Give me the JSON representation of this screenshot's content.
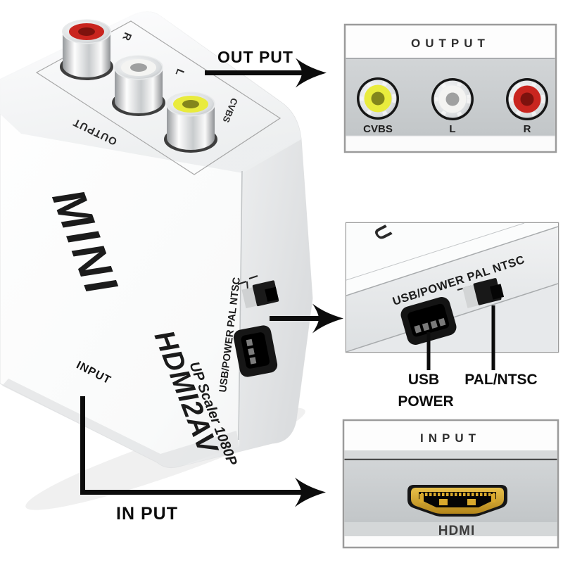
{
  "device": {
    "brand": "MINI",
    "model": "HDMI2AV",
    "subtitle": "UP Scaler 1080P",
    "front_port_label": "INPUT",
    "top_label": "OUTPUT",
    "jack_label_r": "R",
    "jack_label_l": "L",
    "jack_label_cvbs": "CVBS",
    "side_label": "USB/POWER PAL NTSC"
  },
  "arrows": {
    "output_label": "OUT PUT",
    "input_label": "IN PUT"
  },
  "insets": {
    "output": {
      "title": "OUTPUT",
      "jacks": [
        {
          "label": "CVBS",
          "color": "#e9eb3d",
          "dark": "#83851c"
        },
        {
          "label": "L",
          "color": "#f4f4f2",
          "dark": "#9fa0a0"
        },
        {
          "label": "R",
          "color": "#c9251f",
          "dark": "#7d120e"
        }
      ]
    },
    "power": {
      "panel_label": "USB/POWER PAL NTSC",
      "partial_label": "U",
      "callout_usb": "USB",
      "callout_pal_ntsc": "PAL/NTSC",
      "callout_power": "POWER"
    },
    "input": {
      "title": "INPUT",
      "port_label": "HDMI"
    }
  },
  "colors": {
    "rca_red": "#c9251f",
    "rca_red_dark": "#7d120e",
    "rca_white": "#f4f4f2",
    "rca_white_dark": "#9fa0a0",
    "rca_yellow": "#e9eb3d",
    "rca_yellow_dark": "#83851c",
    "hdmi_gold": "#d9a92c",
    "arrow_black": "#0c0c0c"
  }
}
